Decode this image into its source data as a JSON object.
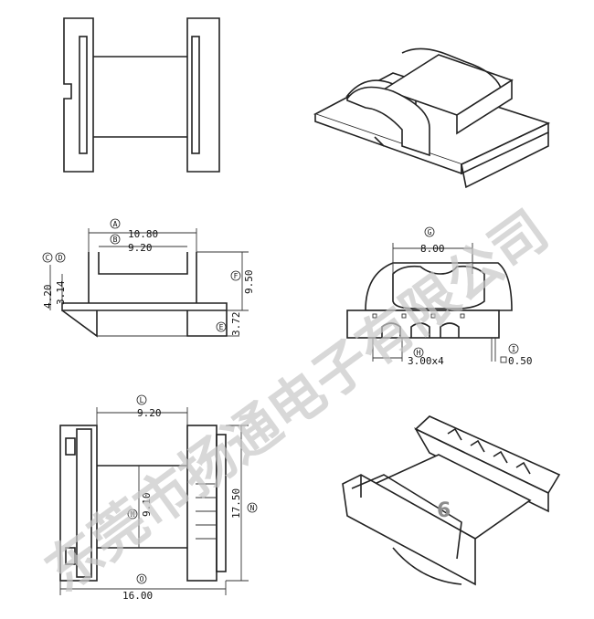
{
  "dimensions": {
    "A": "10.80",
    "B": "9.20",
    "C": "4.20",
    "D": "3.14",
    "E": "3.72",
    "F": "9.50",
    "G": "8.00",
    "H": "3.00x4",
    "I": "0.50",
    "L": "9.20",
    "M": "9.10",
    "N": "17.50",
    "O": "16.00"
  },
  "tags": {
    "A": "A",
    "B": "B",
    "C": "C",
    "D": "D",
    "E": "E",
    "F": "F",
    "G": "G",
    "H": "H",
    "I": "I",
    "L": "L",
    "M": "M",
    "N": "N",
    "O": "O"
  },
  "watermark": "东莞市扬通电子有限公司",
  "page_number": "6"
}
